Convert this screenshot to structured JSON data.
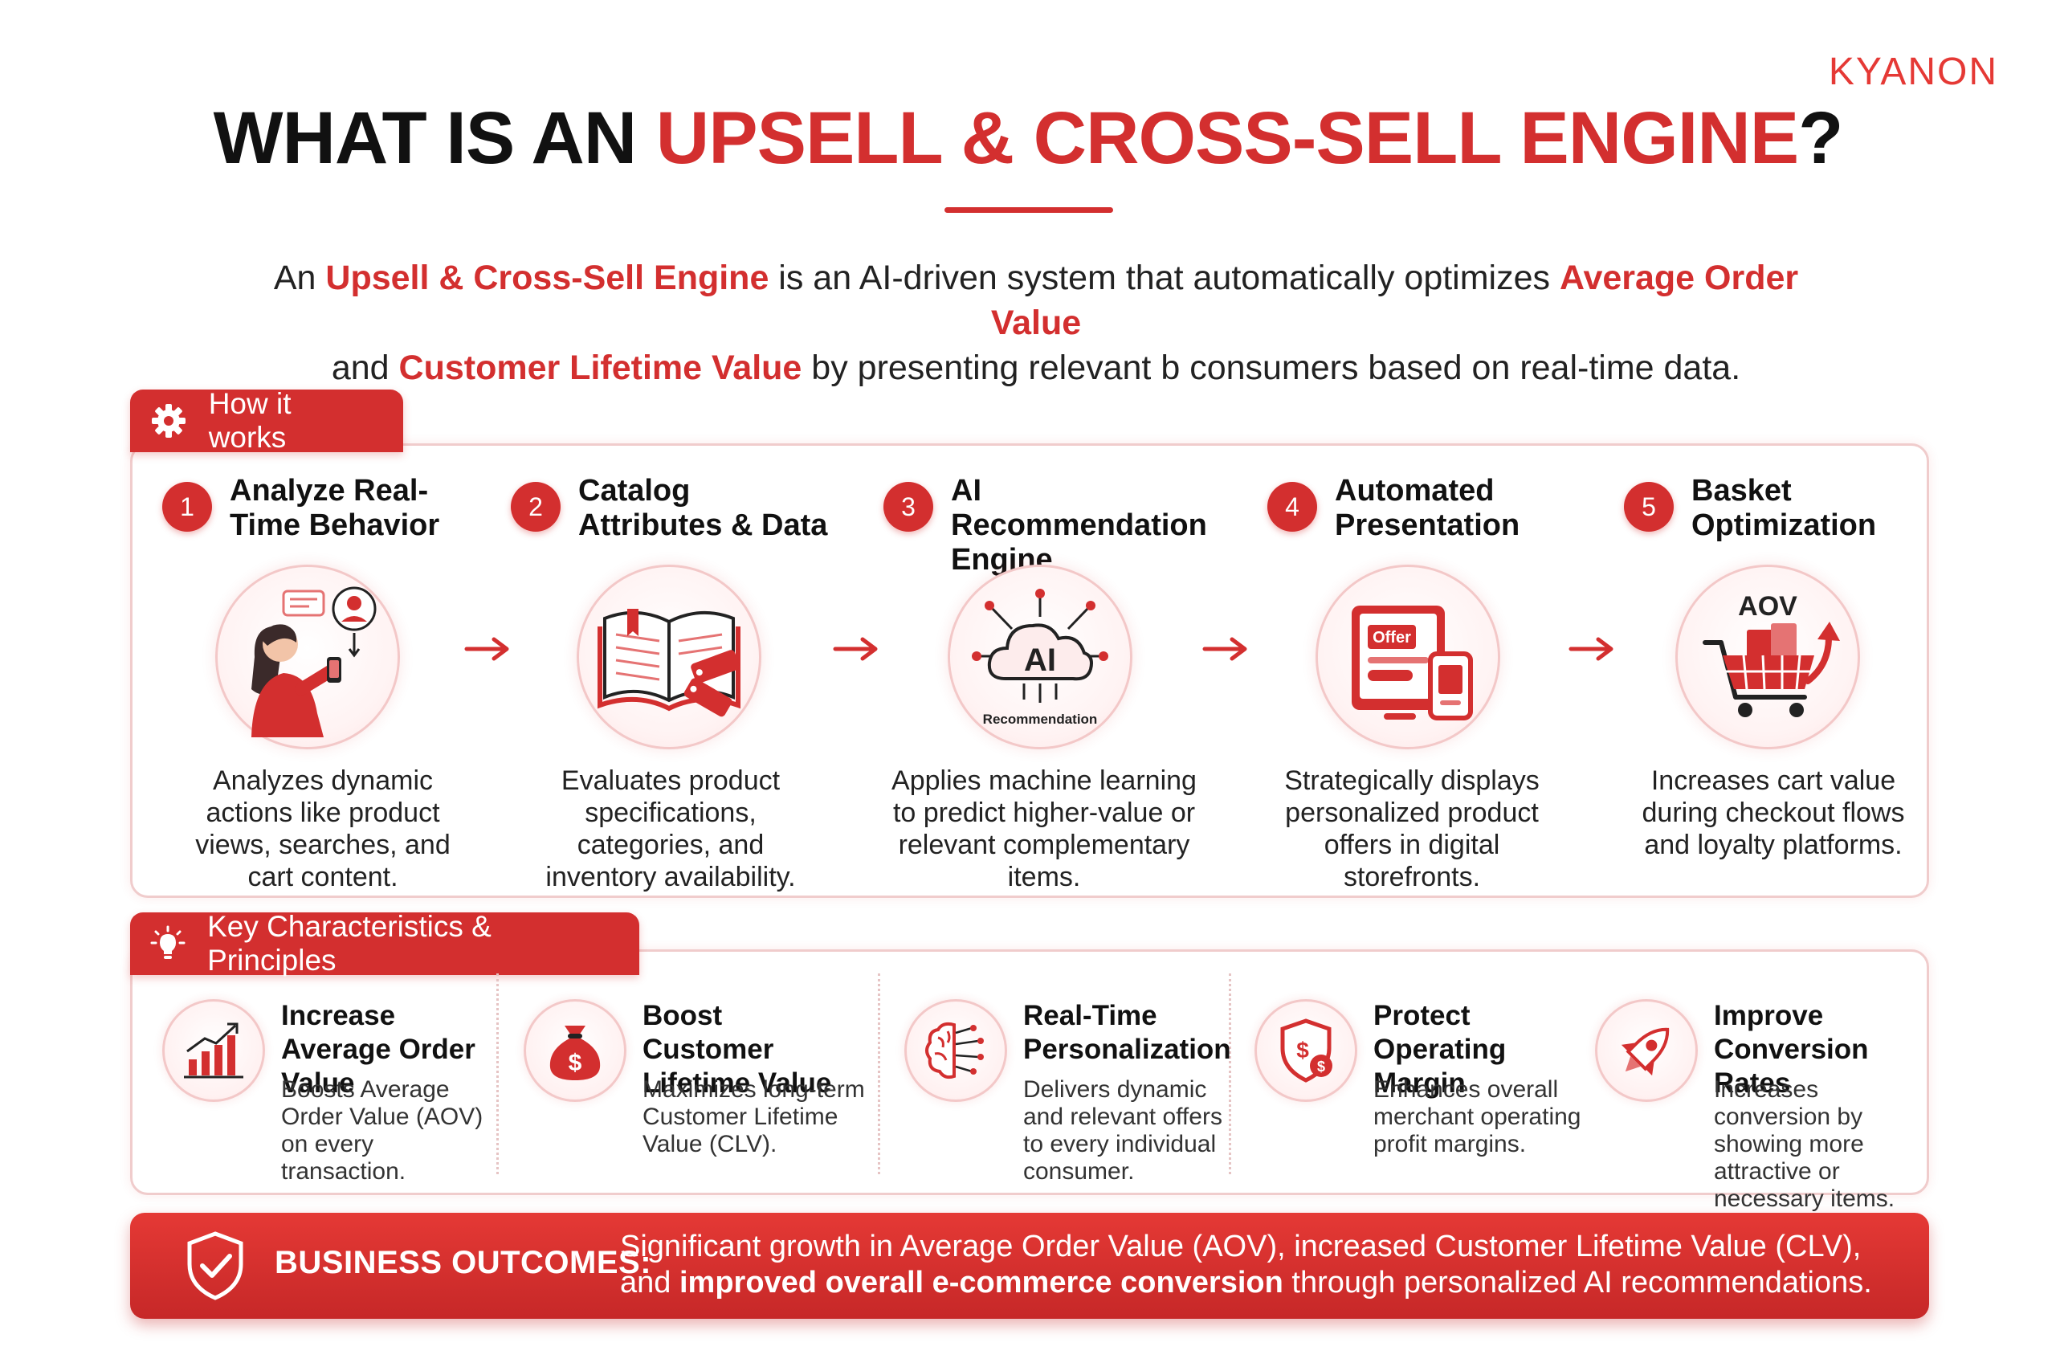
{
  "brand": {
    "logo": "KYANON"
  },
  "title": {
    "prefix": "WHAT IS AN ",
    "highlight": "UPSELL & CROSS-SELL ENGINE",
    "suffix": "?"
  },
  "intro": {
    "t1": "An ",
    "b1": "Upsell & Cross-Sell Engine",
    "t2": " is an AI-driven system that automatically optimizes ",
    "b2": "Average Order Value",
    "t3": " and ",
    "b3": "Customer Lifetime Value",
    "t4": " by presenting relevant b consumers based on real-time data."
  },
  "how": {
    "tab_label": "How it works",
    "steps": [
      {
        "num": "1",
        "title_l1": "Analyze Real-",
        "title_l2": "Time Behavior",
        "desc": "Analyzes dynamic actions like product views, searches, and cart content."
      },
      {
        "num": "2",
        "title_l1": "Catalog",
        "title_l2": "Attributes & Data",
        "desc": "Evaluates product specifications, categories, and inventory availability."
      },
      {
        "num": "3",
        "title_l1": "AI Recommendation",
        "title_l2": "Engine",
        "desc": "Applies machine learning to predict higher-value or relevant complementary items.",
        "icon_text": "AI",
        "icon_caption": "Recommendation"
      },
      {
        "num": "4",
        "title_l1": "Automated",
        "title_l2": "Presentation",
        "desc": "Strategically displays personalized product offers in digital storefronts.",
        "icon_text": "Offer"
      },
      {
        "num": "5",
        "title_l1": "Basket",
        "title_l2": "Optimization",
        "desc": "Increases cart value during checkout flows and loyalty platforms.",
        "icon_text": "AOV"
      }
    ]
  },
  "key": {
    "tab_label": "Key Characteristics & Principles",
    "items": [
      {
        "title": "Increase Average Order Value",
        "desc": "Boosts Average Order Value (AOV) on every transaction."
      },
      {
        "title": "Boost Customer Lifetime Value",
        "desc": "Maximizes long-term Customer Lifetime Value (CLV)."
      },
      {
        "title": "Real-Time Personalization",
        "desc": "Delivers dynamic and relevant offers to every individual consumer."
      },
      {
        "title": "Protect Operating Margin",
        "desc": "Enhances overall merchant operating profit margins."
      },
      {
        "title": "Improve Conversion Rates",
        "desc": "Increases conversion by showing more attractive or necessary items."
      }
    ]
  },
  "outcomes": {
    "label": "BUSINESS OUTCOMES:",
    "t1": "Significant growth in Average Order Value (AOV), increased Customer Lifetime Value (CLV), and ",
    "b1": "improved overall e-commerce conversion",
    "t2": " through personalized AI recommendations."
  },
  "colors": {
    "accent": "#d32f2f",
    "accent_light": "#fde3e3",
    "text": "#1a1a1a"
  }
}
